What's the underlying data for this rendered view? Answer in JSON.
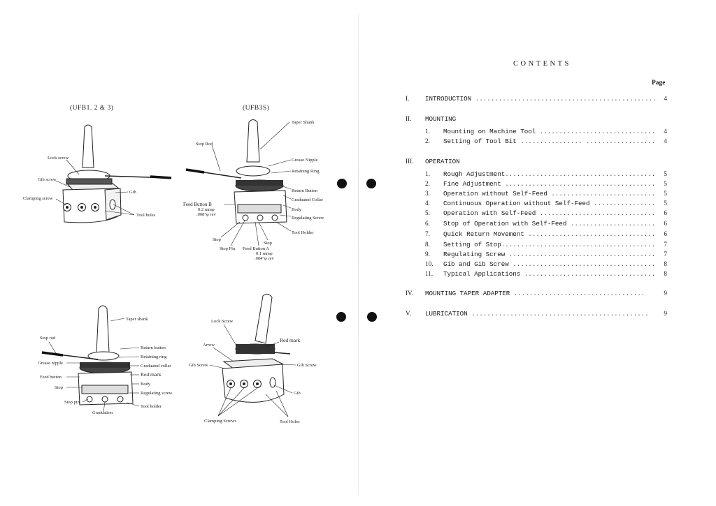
{
  "left_page": {
    "fig1": {
      "caption": "(UFB1. 2 & 3)",
      "labels": {
        "lock_screw": "Lock screw",
        "gib_screw": "Gib screw",
        "clamping_screw": "Clamping screw",
        "gib": "Gib",
        "tool_holes": "Tool holes"
      }
    },
    "fig2": {
      "caption": "(UFB3S)",
      "labels": {
        "taper_shank": "Taper Shank",
        "stop_rod": "Stop Rod",
        "grease_nipple": "Grease Nipple",
        "retaining_ring": "Retaining Ring",
        "return_button": "Return Button",
        "graduated_collar": "Graduated Collar",
        "body": "Body",
        "regulating_screw": "Regulating Screw",
        "tool_holder": "Tool Holder",
        "feed_button_b": "Feed Button B",
        "feed_b_mm": "0.2 mmφ",
        "feed_b_in": ".008\"φ rev",
        "stop_left": "Stop",
        "stop_right": "Stop",
        "stop_pin": "Stop Pin",
        "feed_button_a": "Feed Button A",
        "feed_a_mm": "0.1 mmφ",
        "feed_a_in": ".004\"φ rev"
      }
    },
    "fig3": {
      "labels": {
        "taper_shank": "Taper shank",
        "stop_rod": "Stop rod",
        "return_button": "Return button",
        "retaining_ring": "Retaining ring",
        "grease_nipple": "Grease nipple",
        "graduated_collar": "Graduated collar",
        "feed_button": "Feed button",
        "red_mark": "Red mark",
        "body": "Body",
        "stop": "Stop",
        "regulating_screw": "Regulating screw",
        "stop_pin": "Stop pin",
        "tool_holder": "Tool holder",
        "graduation": "Graduation"
      }
    },
    "fig4": {
      "labels": {
        "lock_screw": "Lock Screw",
        "red_mark": "Red mark",
        "arrow": "Arrow",
        "gib_screw_left": "Gib Screw",
        "gib_screw_right": "Gib Screw",
        "gib": "Gib",
        "clamping_screws": "Clamping Screws",
        "tool_holes": "Tool Holes"
      }
    }
  },
  "right_page": {
    "title": "CONTENTS",
    "page_header": "Page",
    "sections": [
      {
        "num": "I.",
        "title": "INTRODUCTION",
        "page": "4",
        "items": []
      },
      {
        "num": "II.",
        "title": "MOUNTING",
        "page": "",
        "items": [
          {
            "num": "1.",
            "title": "Mounting on Machine Tool",
            "page": "4"
          },
          {
            "num": "2.",
            "title": "Setting of Tool Bit",
            "page": "4"
          }
        ]
      },
      {
        "num": "III.",
        "title": "OPERATION",
        "page": "",
        "items": [
          {
            "num": "1.",
            "title": "Rough Adjustment",
            "page": "5"
          },
          {
            "num": "2.",
            "title": "Fine Adjustment",
            "page": "5"
          },
          {
            "num": "3.",
            "title": "Operation without Self-Feed",
            "page": "5"
          },
          {
            "num": "4.",
            "title": "Continuous Operation without Self-Feed",
            "page": "5"
          },
          {
            "num": "5.",
            "title": "Operation with Self-Feed",
            "page": "6"
          },
          {
            "num": "6.",
            "title": "Stop of Operation with Self-Feed",
            "page": "6"
          },
          {
            "num": "7.",
            "title": "Quick Return Movement",
            "page": "6"
          },
          {
            "num": "8.",
            "title": "Setting of Stop",
            "page": "7"
          },
          {
            "num": "9.",
            "title": "Regulating Screw",
            "page": "7"
          },
          {
            "num": "10.",
            "title": "Gib and Gib Screw",
            "page": "8"
          },
          {
            "num": "11.",
            "title": "Typical Applications",
            "page": "8"
          }
        ]
      },
      {
        "num": "IV.",
        "title": "MOUNTING TAPER ADAPTER",
        "page": "9",
        "items": []
      },
      {
        "num": "V.",
        "title": "LUBRICATION",
        "page": "9",
        "items": []
      }
    ]
  }
}
